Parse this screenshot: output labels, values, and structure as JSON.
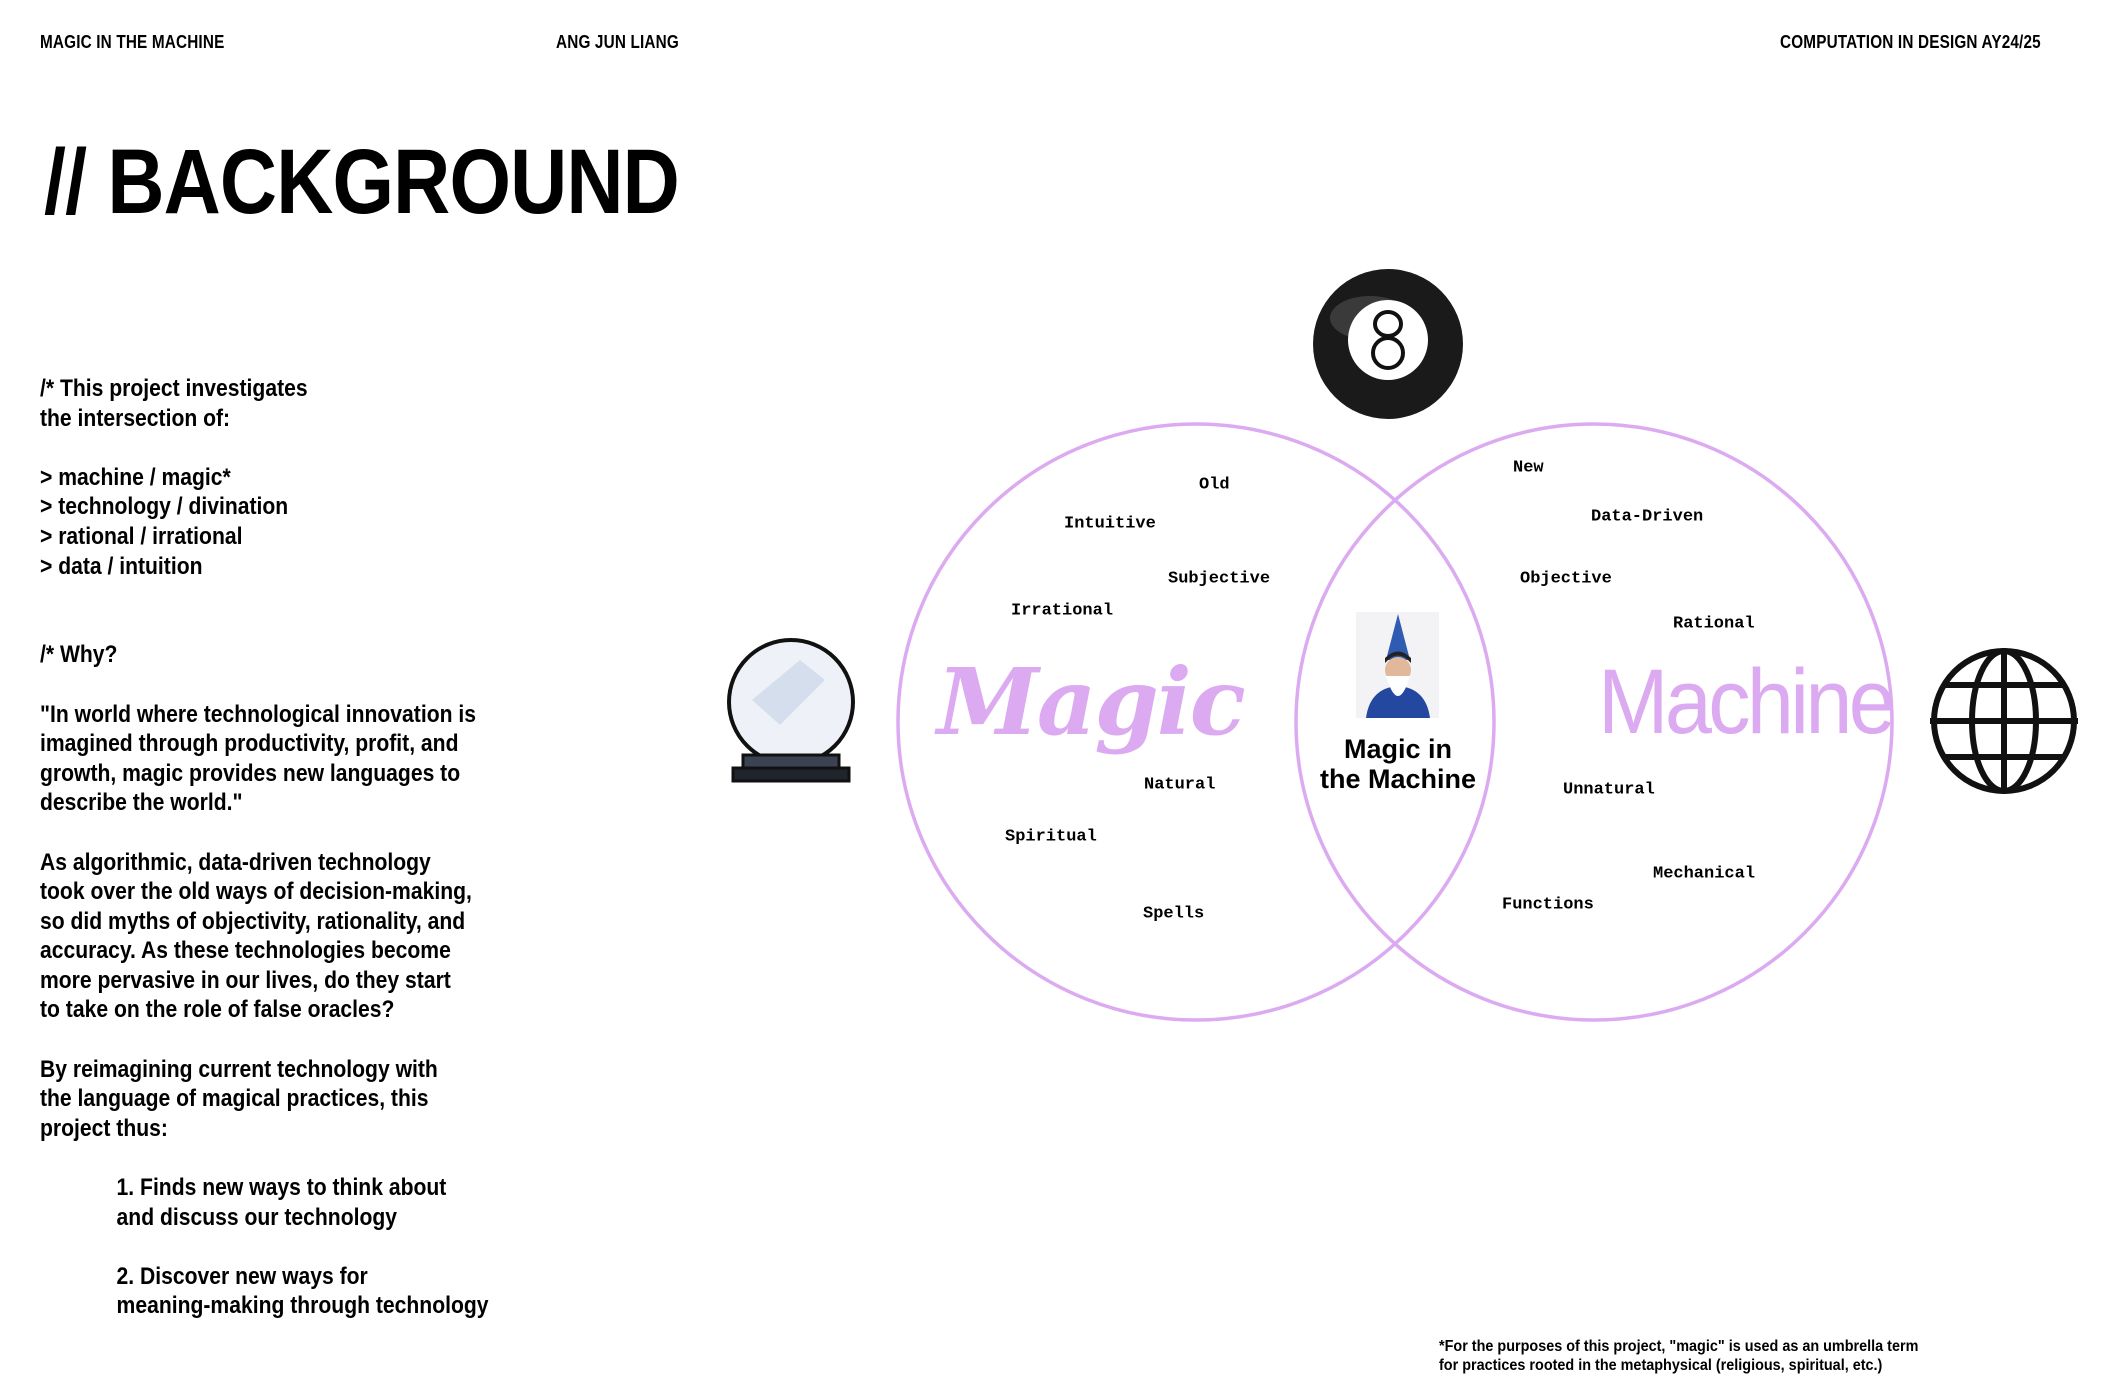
{
  "header": {
    "project": "MAGIC IN THE MACHINE",
    "author": "ANG JUN LIANG",
    "course": "COMPUTATION IN DESIGN AY24/25"
  },
  "title": "// BACKGROUND",
  "body": {
    "intro": [
      "/* This project investigates",
      "the intersection of:"
    ],
    "pairs": [
      "> machine / magic*",
      "> technology / divination",
      "> rational / irrational",
      "> data / intuition"
    ],
    "why_heading": "/* Why?",
    "quote": [
      "\"In world where technological innovation is",
      "imagined through productivity, profit, and",
      "growth, magic provides new languages to",
      "describe the world.\""
    ],
    "paragraph": [
      "As algorithmic, data-driven technology",
      "took over the old ways of decision-making,",
      "so did myths of objectivity, rationality, and",
      "accuracy. As these technologies become",
      "more pervasive in our lives, do they start",
      "to take on the role of false oracles?"
    ],
    "closing": [
      "By reimagining current technology with",
      "the language of magical practices, this",
      "project thus:"
    ],
    "goals": [
      [
        "1. Finds new ways to think about",
        "and discuss our technology"
      ],
      [
        "2. Discover new ways for",
        "meaning-making through technology"
      ]
    ]
  },
  "footnote": [
    "*For the purposes of this project, \"magic\" is used as an umbrella term",
    "for practices rooted in the metaphysical (religious, spiritual, etc.)"
  ],
  "venn": {
    "color": "#dcaaf0",
    "left_title": "Magic",
    "right_title": "Machine",
    "center_caption": [
      "Magic in",
      "the Machine"
    ],
    "left_labels": [
      "Old",
      "Intuitive",
      "Subjective",
      "Irrational",
      "Natural",
      "Spiritual",
      "Spells"
    ],
    "right_labels": [
      "New",
      "Data-Driven",
      "Objective",
      "Rational",
      "Unnatural",
      "Mechanical",
      "Functions"
    ]
  }
}
